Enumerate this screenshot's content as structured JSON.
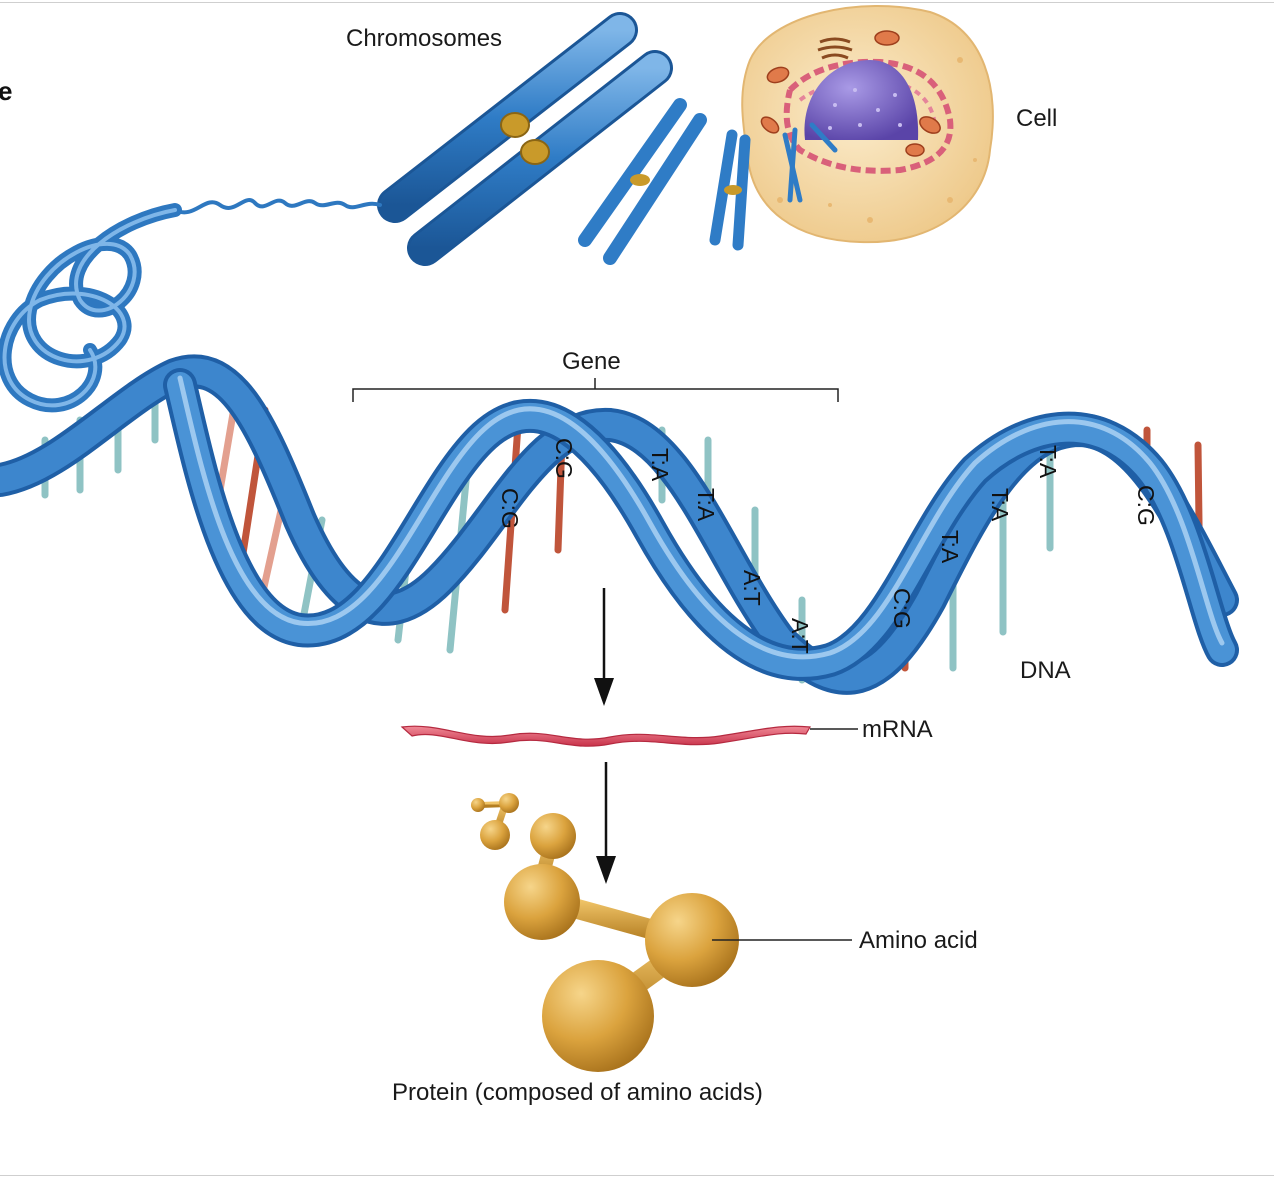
{
  "stub_text": "e",
  "labels": {
    "chromosomes": "Chromosomes",
    "cell": "Cell",
    "gene": "Gene",
    "dna": "DNA",
    "mrna": "mRNA",
    "amino_acid": "Amino acid",
    "protein": "Protein (composed of amino acids)"
  },
  "base_pairs": {
    "bp1": "C:G",
    "bp2": "C:G",
    "bp3": "T:A",
    "bp4": "T:A",
    "bp5": "A:T",
    "bp6": "A:T",
    "bp7": "C:G",
    "bp8": "T:A",
    "bp9": "T:A",
    "bp10": "T:A",
    "bp11": "C:G"
  },
  "colors": {
    "dna_strand": "#2e78c0",
    "dna_strand_light": "#6aa8e0",
    "base_teal": "#8fc3c4",
    "base_red": "#c0553b",
    "chromosome": "#2f7cc6",
    "cell_body": "#f6d9a0",
    "nucleus": "#7b64c9",
    "mrna": "#d9485b",
    "amino": "#d49a34"
  }
}
